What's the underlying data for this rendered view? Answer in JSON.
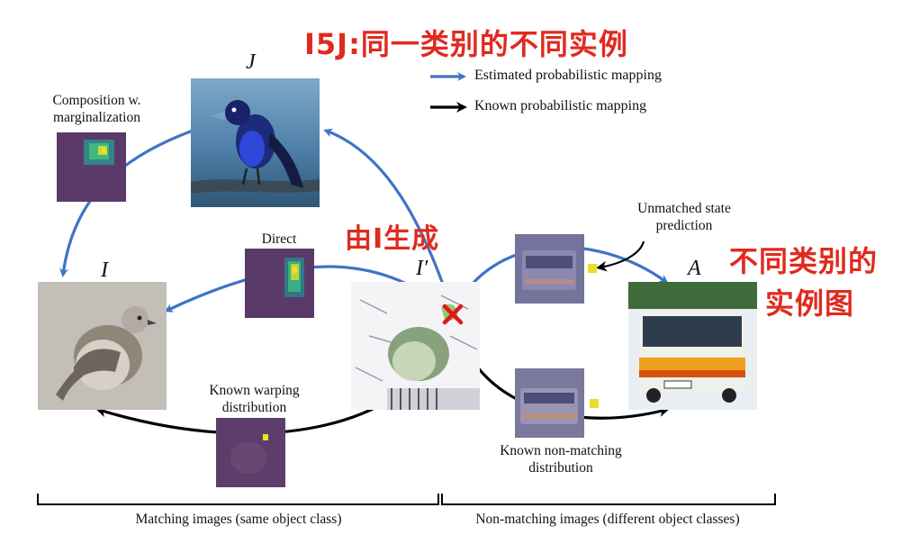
{
  "annotations": {
    "top": "I5J:同一类别的不同实例",
    "middle": "由I生成",
    "right_line1": "不同类别的",
    "right_line2": "实例图"
  },
  "legend": {
    "estimated": "Estimated probabilistic mapping",
    "known": "Known probabilistic mapping",
    "estimated_color": "#3f74c4",
    "known_color": "#000000"
  },
  "images": {
    "J": "J",
    "I": "I",
    "I_prime": "I′",
    "A": "A"
  },
  "labels": {
    "composition": "Composition w.\nmarginalization",
    "direct": "Direct",
    "unmatched": "Unmatched state\nprediction",
    "warping": "Known warping\ndistribution",
    "non_matching": "Known non-matching\ndistribution"
  },
  "brackets": {
    "left": "Matching images (same object class)",
    "right": "Non-matching images (different object classes)"
  },
  "colors": {
    "annotation": "#e02a1f",
    "marker": "#e8de2a",
    "cross": "#e0181a"
  }
}
